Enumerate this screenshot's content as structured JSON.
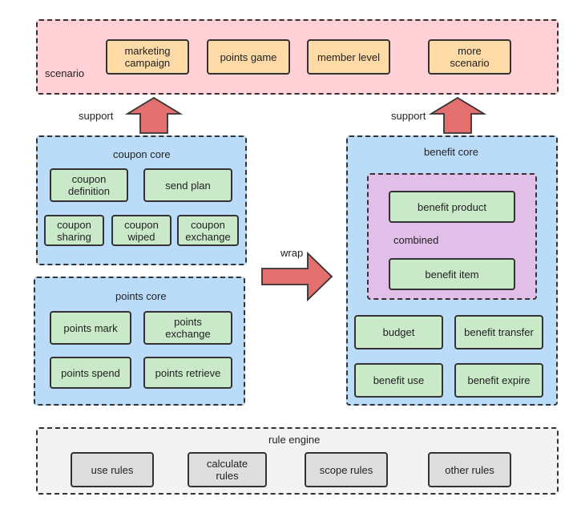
{
  "scenario": {
    "label": "scenario",
    "items": [
      "marketing\ncampaign",
      "points game",
      "member level",
      "more\nscenario"
    ]
  },
  "coupon_core": {
    "title": "coupon core",
    "items": [
      "coupon\ndefinition",
      "send plan",
      "coupon\nsharing",
      "coupon\nwiped",
      "coupon\nexchange"
    ]
  },
  "points_core": {
    "title": "points core",
    "items": [
      "points mark",
      "points\nexchange",
      "points spend",
      "points retrieve"
    ]
  },
  "benefit_core": {
    "title": "benefit core",
    "combined": {
      "label": "combined",
      "product": "benefit product",
      "item": "benefit item"
    },
    "items": [
      "budget",
      "benefit transfer",
      "benefit use",
      "benefit expire"
    ]
  },
  "rule_engine": {
    "title": "rule engine",
    "items": [
      "use rules",
      "calculate\nrules",
      "scope rules",
      "other rules"
    ]
  },
  "connectors": {
    "support_left": "support",
    "support_right": "support",
    "wrap": "wrap"
  },
  "colors": {
    "scenario_bg": "#ffd1d6",
    "core_bg": "#bbdcf8",
    "combined_bg": "#e2bfe8",
    "rule_bg": "#f3f3f3",
    "arrow_fill": "#e46f6f",
    "box_orange": "#fddaa6",
    "box_green": "#c9e9c9",
    "box_gray": "#dedede"
  }
}
